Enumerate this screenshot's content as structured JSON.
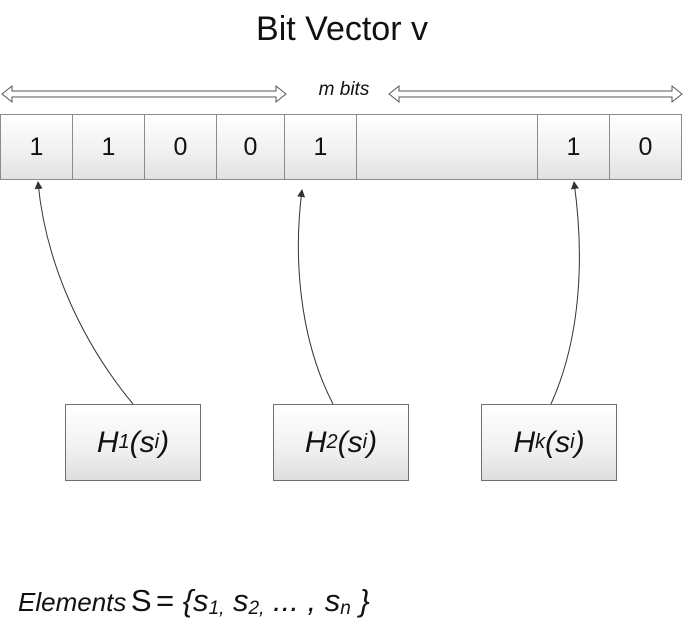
{
  "title": "Bit Vector v",
  "size_label": "m bits",
  "cells": [
    "1",
    "1",
    "0",
    "0",
    "1",
    "",
    "1",
    "0"
  ],
  "hash_functions": [
    {
      "name": "H",
      "sub": "1",
      "arg": "s",
      "arg_sub": "i"
    },
    {
      "name": "H",
      "sub": "2",
      "arg": "s",
      "arg_sub": "i"
    },
    {
      "name": "H",
      "sub": "k",
      "arg": "s",
      "arg_sub": "i"
    }
  ],
  "elements": {
    "label": "Elements",
    "set_name": "S",
    "s1": "1",
    "s2": "2",
    "ellipsis": "... ,",
    "sn": "n"
  }
}
